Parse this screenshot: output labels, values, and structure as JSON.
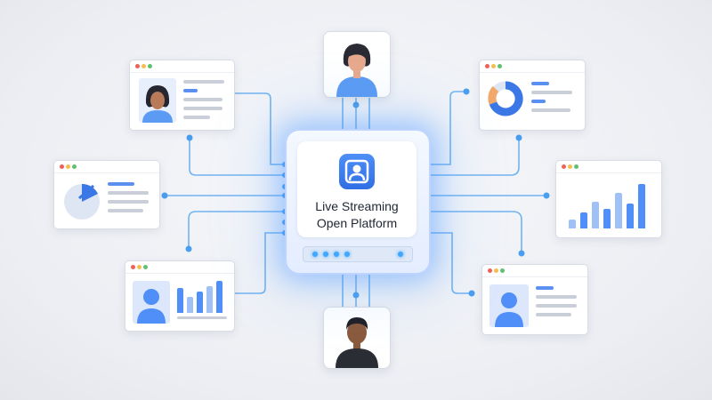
{
  "hub": {
    "title_line1": "Live Streaming",
    "title_line2": "Open Platform"
  },
  "colors": {
    "accent": "#3b82f6",
    "connector": "#5aa8f0",
    "glow": "#4d96ff"
  },
  "icons": {
    "hub_logo": "user-badge-icon",
    "window_controls": "traffic-light-dots"
  }
}
